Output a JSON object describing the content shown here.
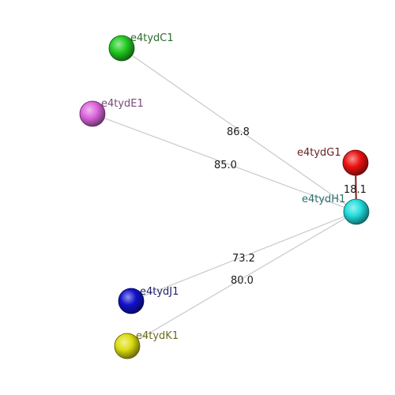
{
  "nodes": [
    {
      "id": "C1",
      "label": "e4tydC1",
      "color": "#22cc22",
      "label_color": "#2d6b2d"
    },
    {
      "id": "E1",
      "label": "e4tydE1",
      "color": "#dd66dd",
      "label_color": "#7a4a7a"
    },
    {
      "id": "G1",
      "label": "e4tydG1",
      "color": "#ee1111",
      "label_color": "#6b2020"
    },
    {
      "id": "H1",
      "label": "e4tydH1",
      "color": "#22dddd",
      "label_color": "#2a6f6f"
    },
    {
      "id": "J1",
      "label": "e4tydJ1",
      "color": "#1111cc",
      "label_color": "#20206b"
    },
    {
      "id": "K1",
      "label": "e4tydK1",
      "color": "#dddd11",
      "label_color": "#6b6b20"
    }
  ],
  "edges": [
    {
      "from": "C1",
      "to": "H1",
      "label": "86.8",
      "color": "#c8c8c8"
    },
    {
      "from": "E1",
      "to": "H1",
      "label": "85.0",
      "color": "#c8c8c8"
    },
    {
      "from": "G1",
      "to": "H1",
      "label": "18.1",
      "color": "#8b1a1a"
    },
    {
      "from": "J1",
      "to": "H1",
      "label": "73.2",
      "color": "#c8c8c8"
    },
    {
      "from": "K1",
      "to": "H1",
      "label": "80.0",
      "color": "#c8c8c8"
    }
  ]
}
